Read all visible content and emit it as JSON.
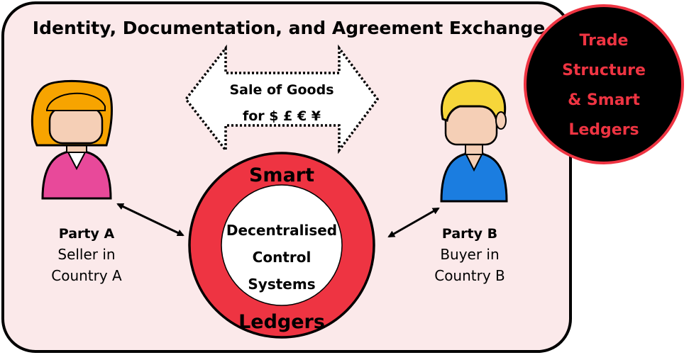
{
  "title": "Identity, Documentation, and Agreement Exchange",
  "badge": {
    "lines": [
      "Trade",
      "Structure",
      "& Smart",
      "Ledgers"
    ]
  },
  "exchange_arrow": {
    "line1": "Sale of Goods",
    "line2": "for $ £ € ¥"
  },
  "ring": {
    "top": "Smart",
    "bottom": "Ledgers",
    "core_lines": [
      "Decentralised",
      "Control",
      "Systems"
    ]
  },
  "party_a": {
    "name": "Party A",
    "line1": "Seller in",
    "line2": "Country A"
  },
  "party_b": {
    "name": "Party B",
    "line1": "Buyer in",
    "line2": "Country B"
  },
  "colors": {
    "panel_bg": "#fbe9ea",
    "accent_red": "#ee3442",
    "badge_bg": "#000000",
    "party_a_hair": "#f7a400",
    "party_a_body": "#e8499a",
    "party_b_hair": "#f6d63a",
    "party_b_body": "#1b7de0",
    "skin": "#f5cfb6"
  }
}
